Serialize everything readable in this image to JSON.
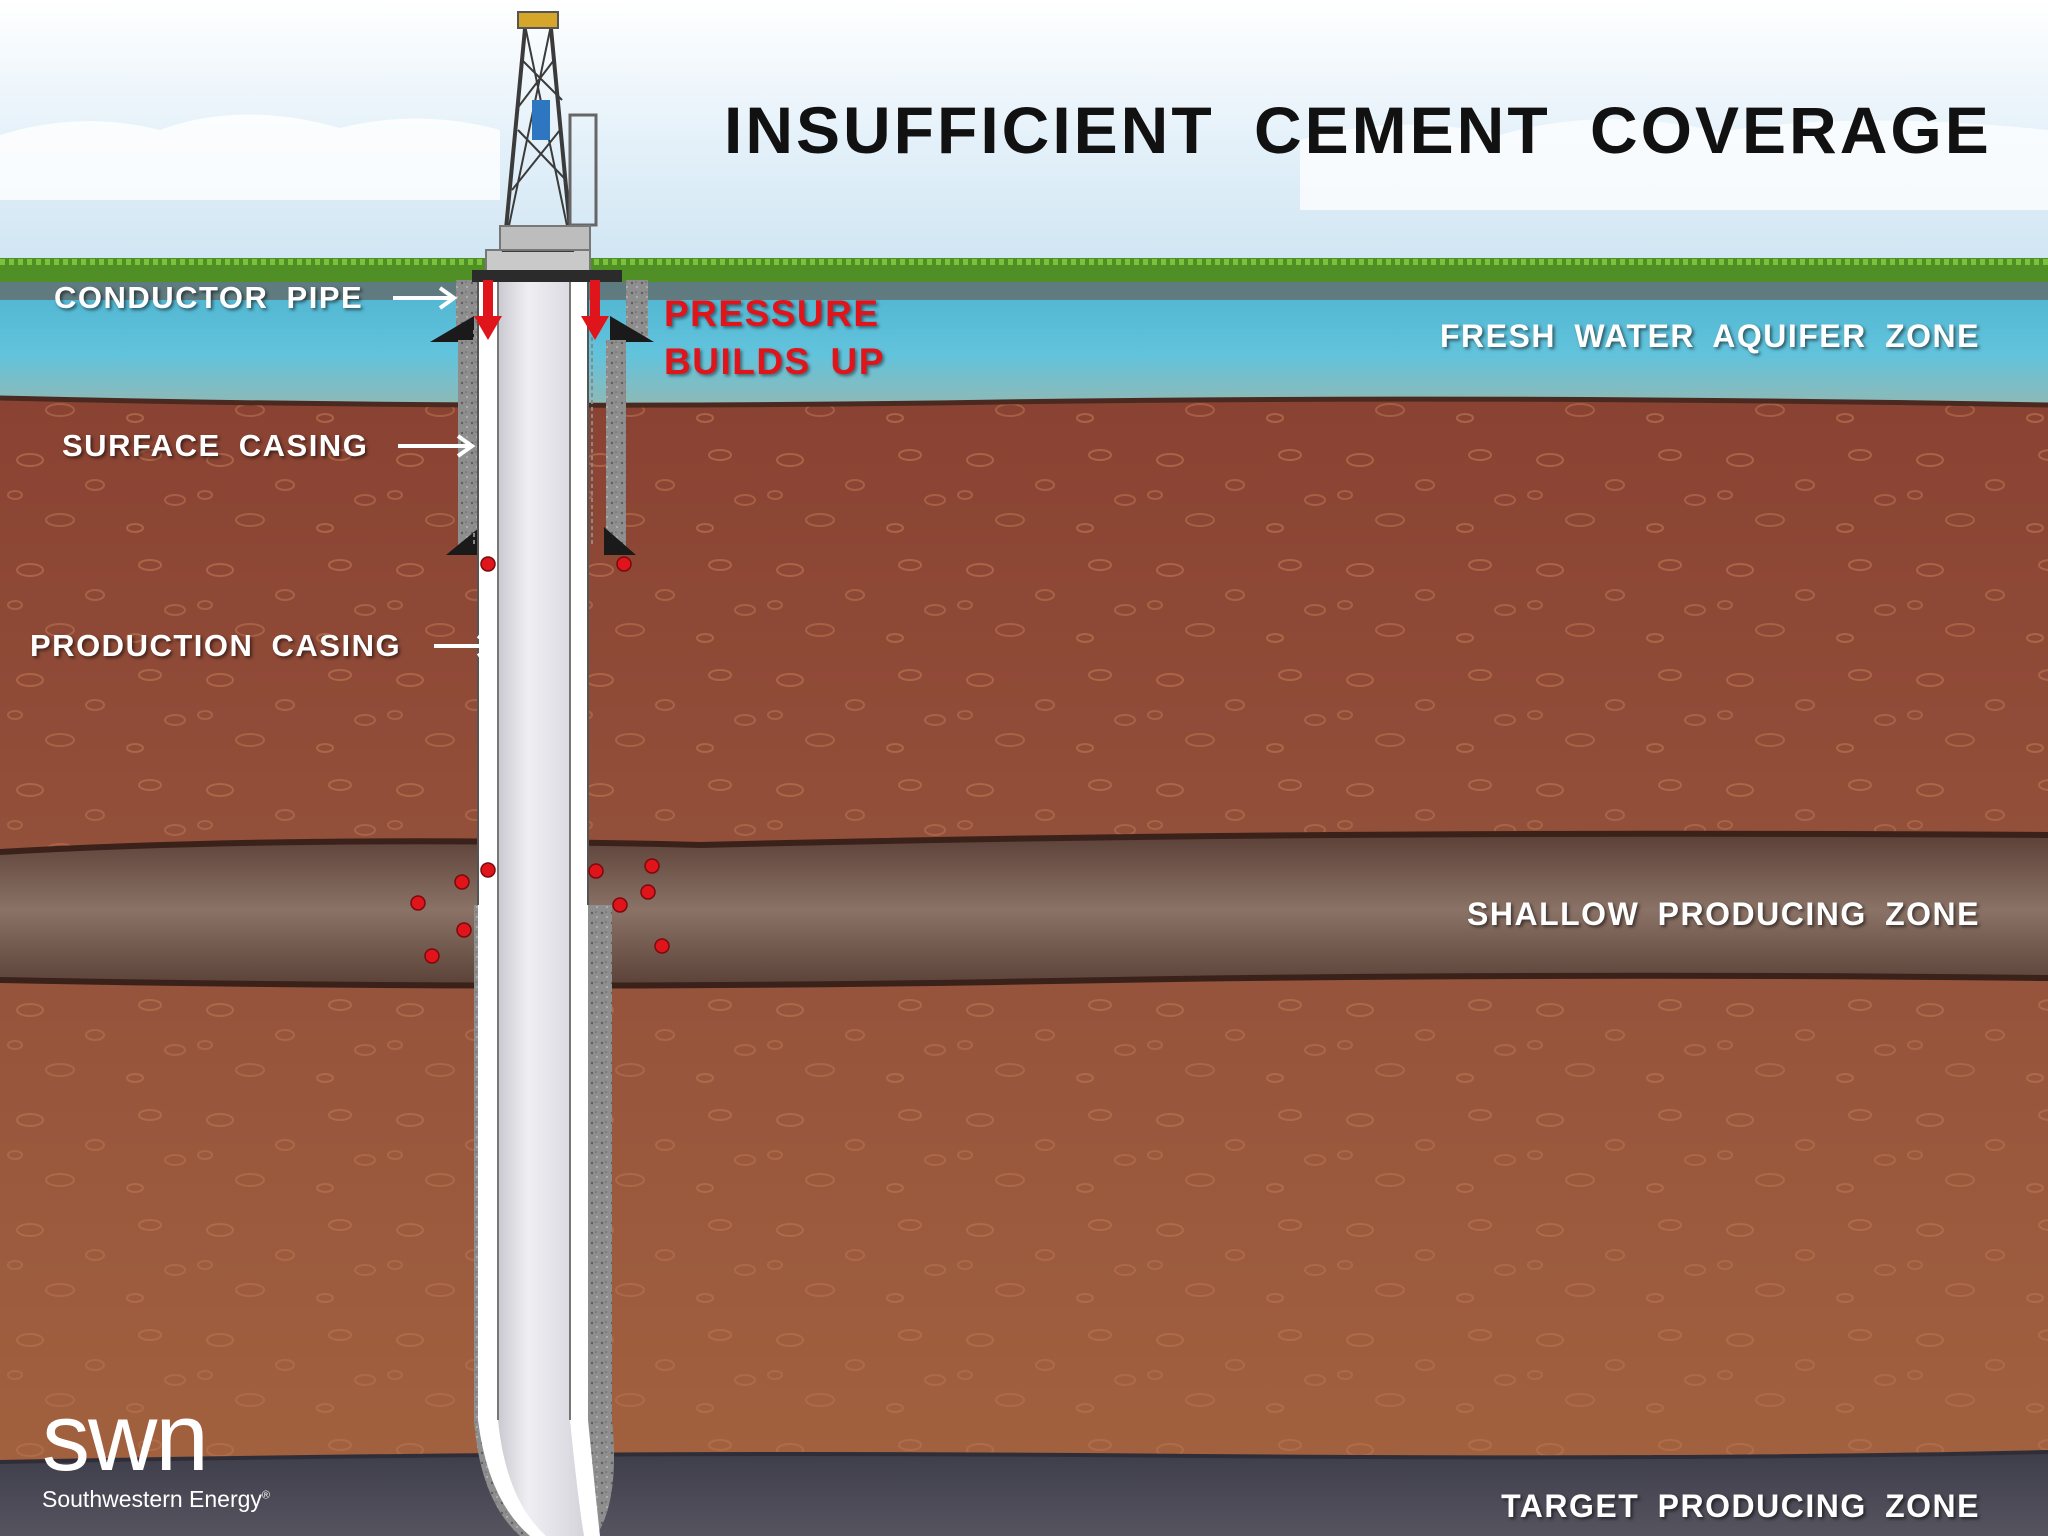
{
  "title": "INSUFFICIENT  CEMENT  COVERAGE",
  "labels": {
    "conductor_pipe": "CONDUCTOR  PIPE",
    "surface_casing": "SURFACE  CASING",
    "production_casing": "PRODUCTION  CASING",
    "pressure_line1": "PRESSURE",
    "pressure_line2": "BUILDS  UP",
    "fresh_water": "FRESH  WATER  AQUIFER  ZONE",
    "shallow_zone": "SHALLOW  PRODUCING  ZONE",
    "target_zone": "TARGET  PRODUCING  ZONE"
  },
  "logo": {
    "mark": "swn",
    "name": "Southwestern Energy",
    "reg": "®"
  },
  "colors": {
    "sky": "#e4f1fa",
    "grass": "#5a9a2a",
    "aquifer": "#5bbfd9",
    "soil": "#8a4634",
    "shallow_zone": "#74594c",
    "target_zone": "#4b4a58",
    "pressure": "#e0151b",
    "cement": "#8c8c8c",
    "casing": "#e6e6ea"
  },
  "icons": [
    "drilling-rig-icon",
    "pressure-arrow-icon",
    "pointer-arrow-icon",
    "gas-leak-dot-icon"
  ]
}
